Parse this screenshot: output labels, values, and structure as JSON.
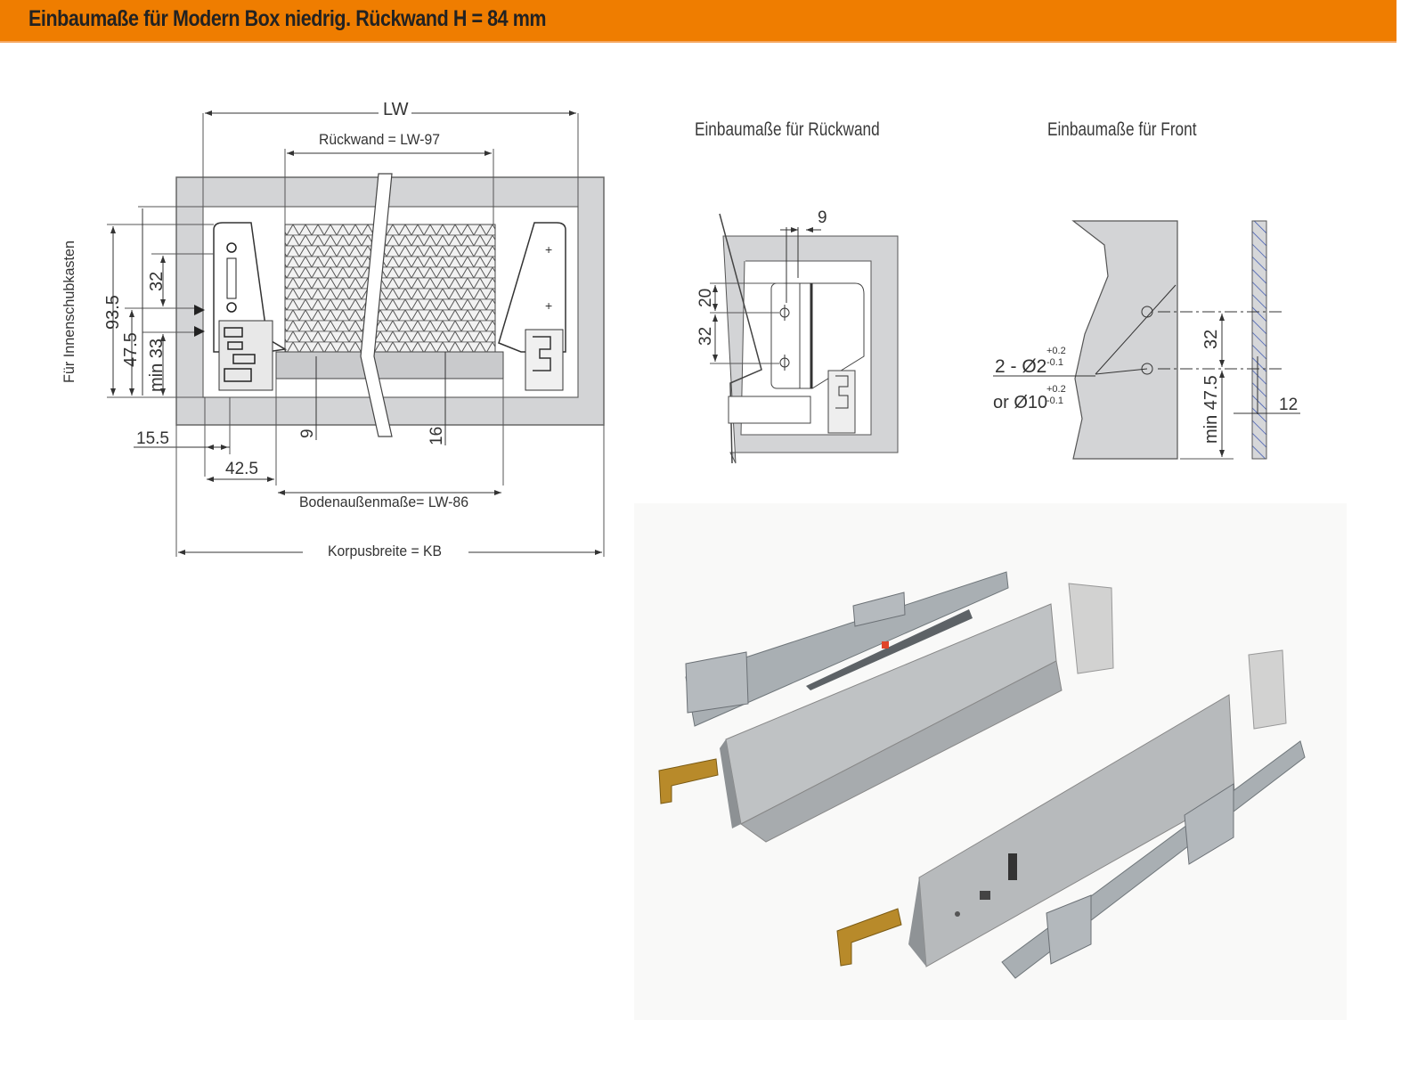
{
  "header": {
    "title": "Einbaumaße für Modern Box niedrig. Rückwand H = 84 mm",
    "background_color": "#ef7d00"
  },
  "main_drawing": {
    "name": "Cross-section of drawer in cabinet",
    "dimensions": {
      "lw": "LW",
      "rueckwand": "Rückwand = LW-97",
      "side_label": "Für Innenschubkasten",
      "h_93_5": "93.5",
      "h_47_5": "47.5",
      "h_min33": "min 33",
      "h_32": "32",
      "w_15_5": "15.5",
      "w_42_5": "42.5",
      "v_9": "9",
      "v_16": "16",
      "boden": "Bodenaußenmaße= LW-86",
      "korpus": "Korpusbreite = KB"
    }
  },
  "rueckwand_drawing": {
    "caption": "Einbaumaße für Rückwand",
    "dimensions": {
      "d9": "9",
      "d20": "20",
      "d32": "32"
    }
  },
  "front_drawing": {
    "caption": "Einbaumaße für Front",
    "dimensions": {
      "hole_spec_1": "2 - Ø2",
      "hole_tol_1_plus": "+0.2",
      "hole_tol_1_minus": "-0.1",
      "hole_spec_2": "or Ø10",
      "hole_tol_2_plus": "+0.2",
      "hole_tol_2_minus": "-0.1",
      "d32": "32",
      "min47_5": "min 47.5",
      "d12": "12"
    }
  },
  "product_photo": {
    "description": "Drawer side panels, undermount runners, rear brackets and front fixing brackets",
    "colors": {
      "panel": "#b9bcbe",
      "runner": "#9ea4a8",
      "bracket_brass": "#b88a2a",
      "damper_red": "#e0452a"
    }
  }
}
